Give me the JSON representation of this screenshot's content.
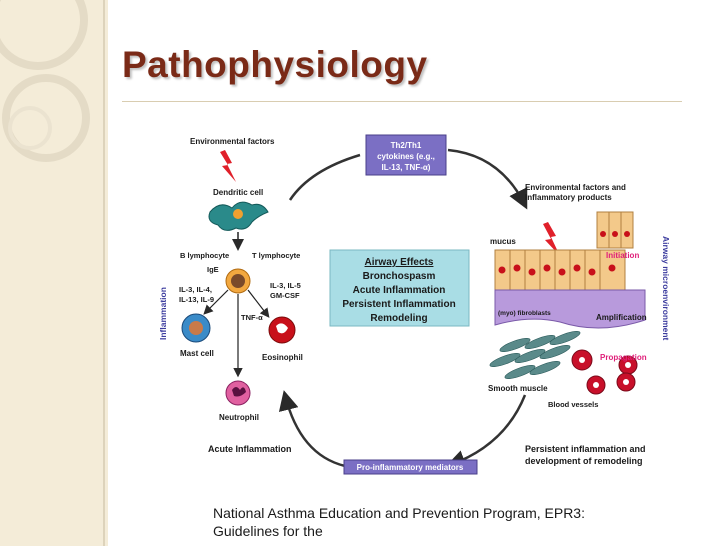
{
  "slide": {
    "title": "Pathophysiology",
    "caption_line1": "National Asthma Education and Prevention Program, EPR3:",
    "caption_line2": "Guidelines for the"
  },
  "diagram": {
    "environmental_factors": "Environmental factors",
    "dendritic_cell": "Dendritic cell",
    "b_lymphocyte": "B lymphocyte",
    "t_lymphocyte": "T lymphocyte",
    "ige": "IgE",
    "il_left_1": "IL-3, IL-4,",
    "il_left_2": "IL-13, IL-9",
    "il_right_1": "IL-3, IL-5",
    "il_right_2": "GM-CSF",
    "tnf": "TNF-α",
    "mast_cell": "Mast cell",
    "eosinophil": "Eosinophil",
    "neutrophil": "Neutrophil",
    "inflammation_side": "Inflammation",
    "th_box_1": "Th2/Th1",
    "th_box_2": "cytokines (e.g.,",
    "th_box_3": "IL-13, TNF-α)",
    "airway_effects": "Airway Effects",
    "bronchospasm": "Bronchospasm",
    "acute_inflammation_center": "Acute Inflammation",
    "persistent_inflammation": "Persistent Inflammation",
    "remodeling": "Remodeling",
    "env_products_1": "Environmental factors and",
    "env_products_2": "Inflammatory products",
    "mucus": "mucus",
    "initiation": "Initiation",
    "myo_fibroblasts": "(myo) fibroblasts",
    "amplification": "Amplification",
    "propagation": "Propagation",
    "smooth_muscle": "Smooth muscle",
    "blood_vessels": "Blood vessels",
    "airway_microenvironment": "Airway microenvironment",
    "acute_inflammation_bottom": "Acute Inflammation",
    "pro_inflammatory": "Pro-inflammatory mediators",
    "persistent_remodeling_1": "Persistent inflammation and",
    "persistent_remodeling_2": "development of remodeling"
  },
  "colors": {
    "title": "#7a2a17",
    "sidebar": "#f4ecd8",
    "purple_box": "#7b6fc4",
    "airway_box": "#a9dde5",
    "pink_label": "#e0207a",
    "inflammation_label": "#3b3b9e",
    "lightning": "#e0202a",
    "dendritic": "#2a8a8a",
    "eosinophil": "#c8101a",
    "mast_cell": "#3a8bc8"
  }
}
